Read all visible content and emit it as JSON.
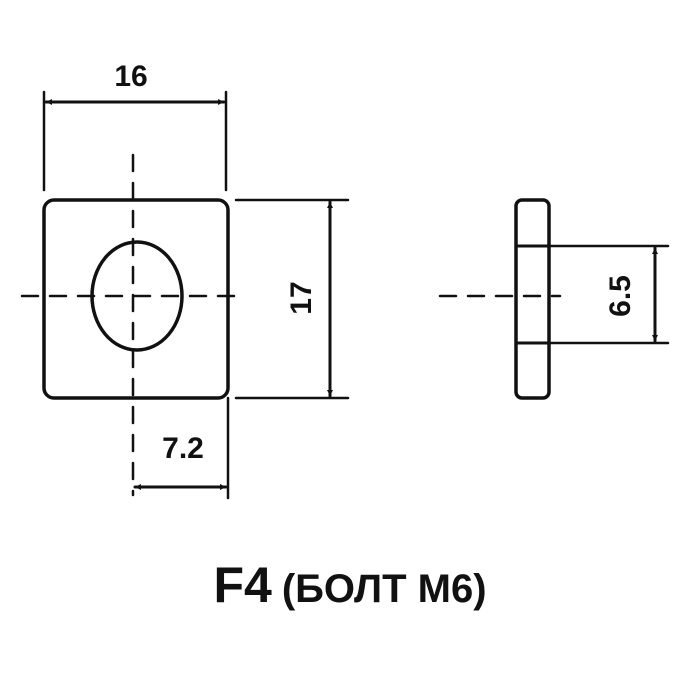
{
  "dimensions": {
    "width": "16",
    "height": "17",
    "hole_offset": "7.2",
    "thickness": "6.5"
  },
  "caption": {
    "code": "F4",
    "note": "(БОЛТ М6)"
  },
  "colors": {
    "line": "#111111",
    "background": "#ffffff"
  }
}
